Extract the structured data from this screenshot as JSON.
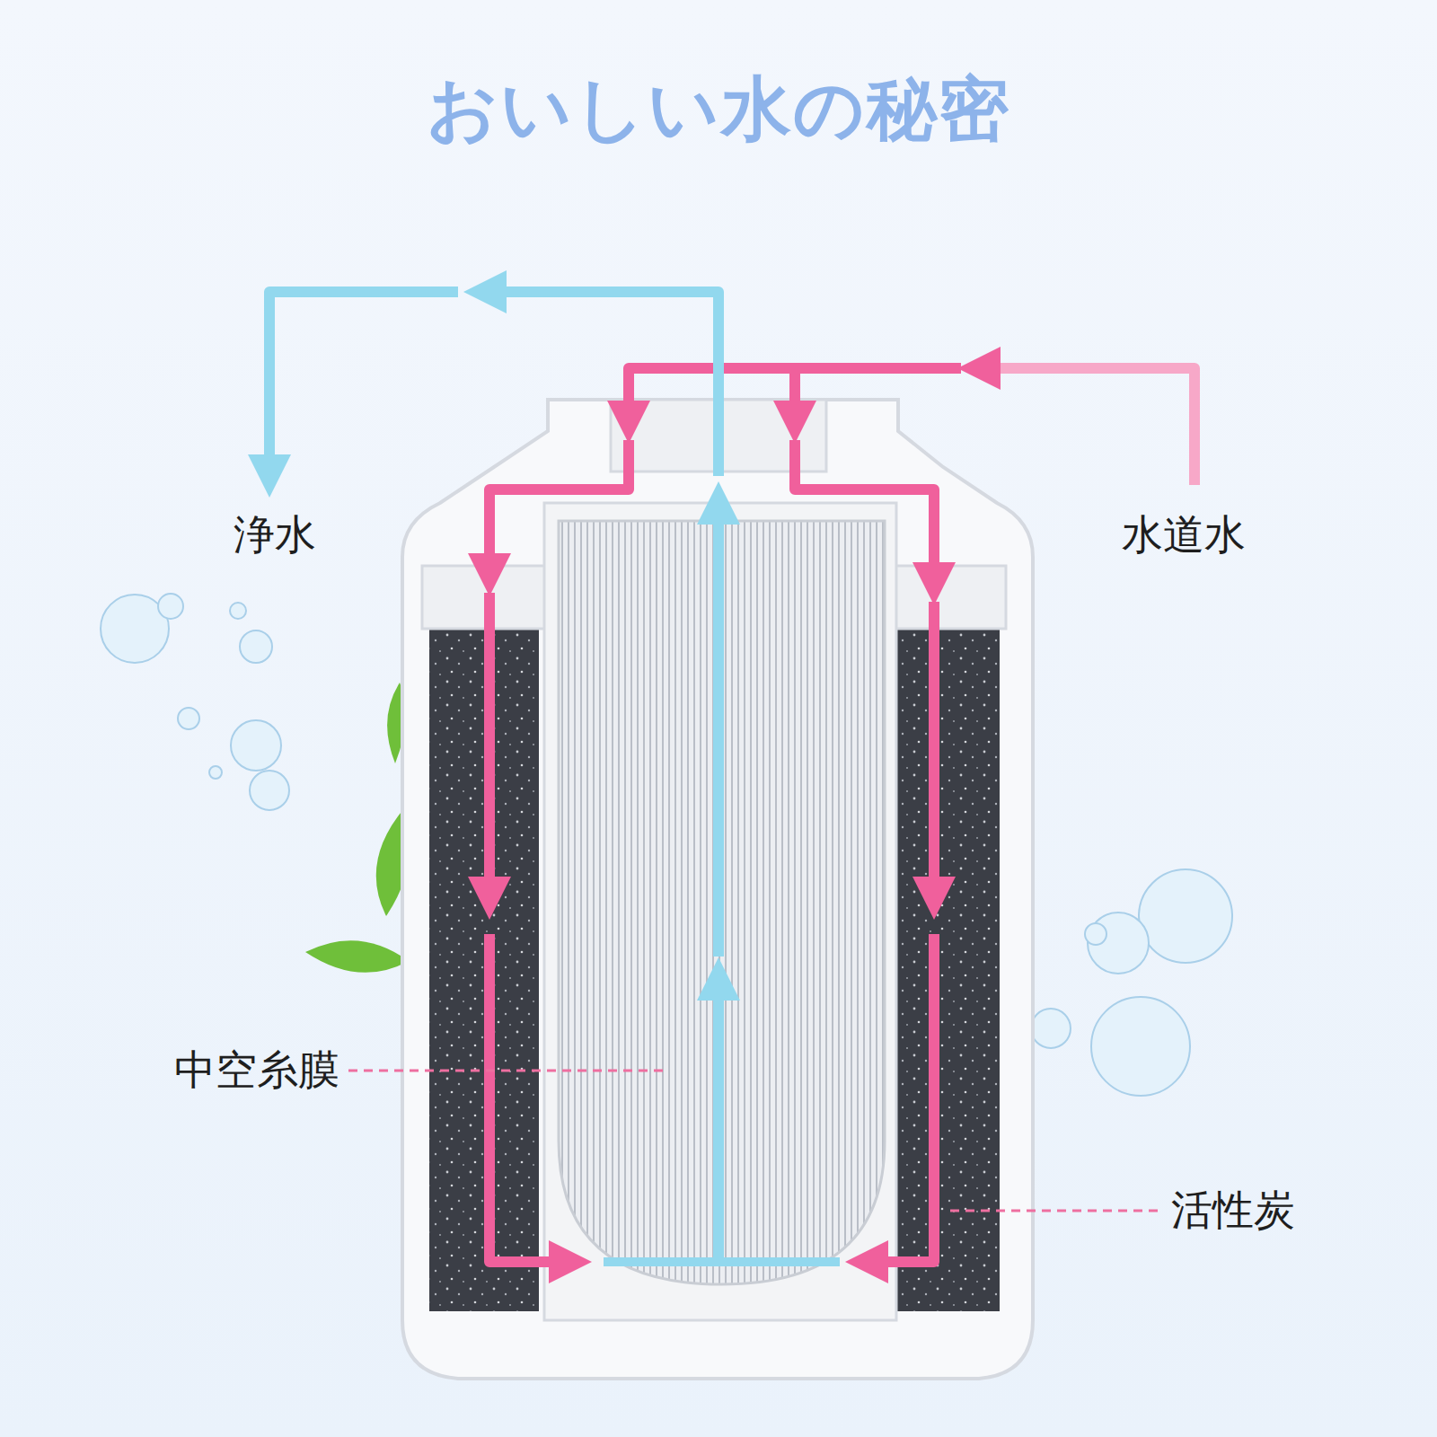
{
  "diagram": {
    "title": "おいしい水の秘密",
    "labels": [
      "浄水",
      "水道水",
      "中空糸膜",
      "活性炭"
    ]
  }
}
